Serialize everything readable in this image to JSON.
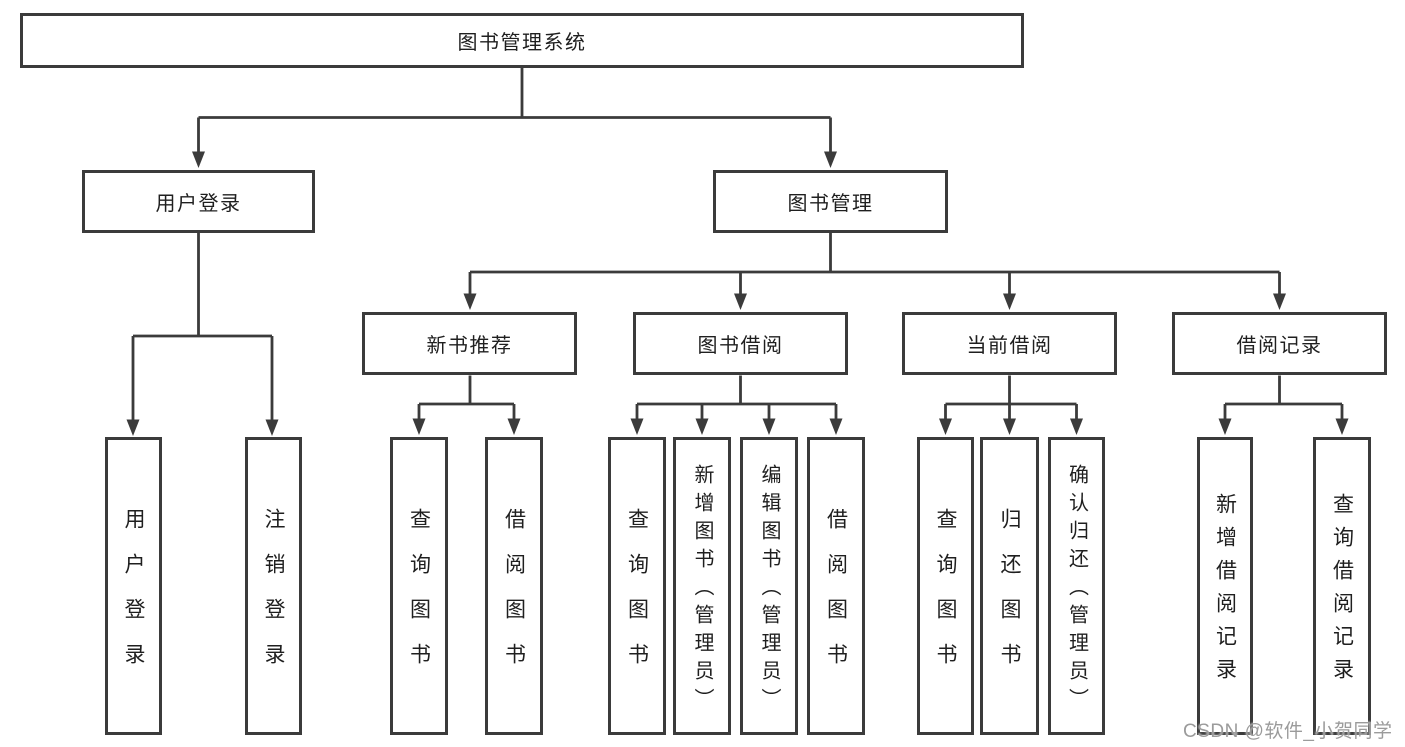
{
  "tree": {
    "root": {
      "label": "图书管理系统"
    },
    "children": [
      {
        "label": "用户登录",
        "children": [
          {
            "label": "用户登录"
          },
          {
            "label": "注销登录"
          }
        ]
      },
      {
        "label": "图书管理",
        "children": [
          {
            "label": "新书推荐",
            "children": [
              {
                "label": "查询图书"
              },
              {
                "label": "借阅图书"
              }
            ]
          },
          {
            "label": "图书借阅",
            "children": [
              {
                "label": "查询图书"
              },
              {
                "label": "新增图书（管理员）"
              },
              {
                "label": "编辑图书（管理员）"
              },
              {
                "label": "借阅图书"
              }
            ]
          },
          {
            "label": "当前借阅",
            "children": [
              {
                "label": "查询图书"
              },
              {
                "label": "归还图书"
              },
              {
                "label": "确认归还（管理员）"
              }
            ]
          },
          {
            "label": "借阅记录",
            "children": [
              {
                "label": "新增借阅记录"
              },
              {
                "label": "查询借阅记录"
              }
            ]
          }
        ]
      }
    ]
  },
  "watermark": {
    "text": "CSDN @软件_小贺同学"
  },
  "colors": {
    "line": "#3b3b3b",
    "box_border": "#3b3b3b",
    "text": "#1f1f1f",
    "background": "#ffffff",
    "watermark": "#9b9b9b"
  }
}
